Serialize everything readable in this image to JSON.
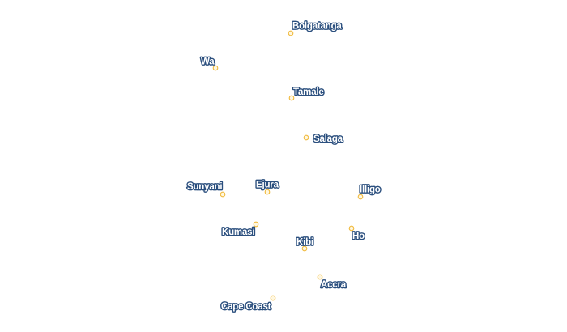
{
  "map": {
    "colors": {
      "background": "#ffffff",
      "marker_stroke": "#f0b93b",
      "marker_fill": "#fff7e0",
      "label_fill": "#ffffff",
      "label_halo": "#2b4f7e"
    },
    "cities": [
      {
        "name": "Bolgatanga",
        "marker_icon": "city-dot"
      },
      {
        "name": "Wa",
        "marker_icon": "city-dot"
      },
      {
        "name": "Tamale",
        "marker_icon": "city-dot"
      },
      {
        "name": "Salaga",
        "marker_icon": "city-dot"
      },
      {
        "name": "Sunyani",
        "marker_icon": "city-dot"
      },
      {
        "name": "Ejura",
        "marker_icon": "city-dot"
      },
      {
        "name": "Illigo",
        "marker_icon": "city-dot"
      },
      {
        "name": "Kumasi",
        "marker_icon": "city-dot"
      },
      {
        "name": "Ho",
        "marker_icon": "city-dot"
      },
      {
        "name": "Kibi",
        "marker_icon": "city-dot"
      },
      {
        "name": "Accra",
        "marker_icon": "city-dot"
      },
      {
        "name": "Cape Coast",
        "marker_icon": "city-dot"
      }
    ]
  }
}
